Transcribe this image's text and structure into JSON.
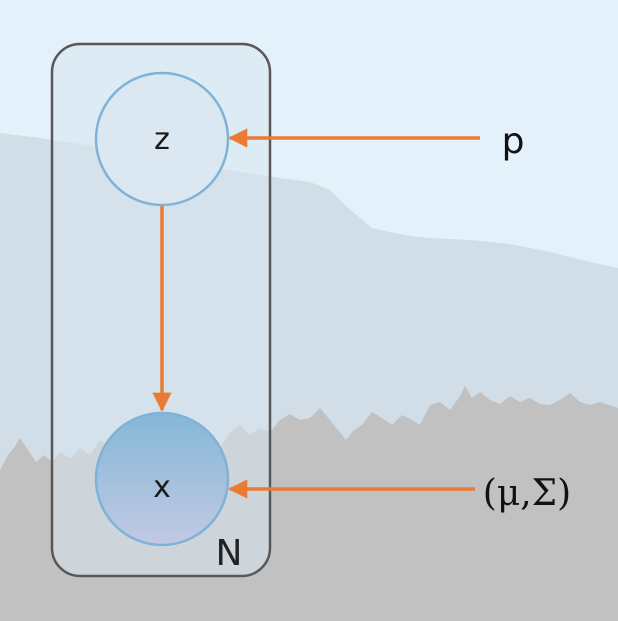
{
  "diagram": {
    "type": "graphical-model (plate notation)",
    "nodes": {
      "latent": {
        "label": "z",
        "observed": false
      },
      "observed": {
        "label": "x",
        "observed": true
      }
    },
    "plate": {
      "label": "N"
    },
    "parameters": {
      "mixing": {
        "label": "p"
      },
      "gaussian": {
        "label": "(μ,Σ)"
      }
    },
    "edges": [
      {
        "from": "p",
        "to": "z"
      },
      {
        "from": "z",
        "to": "x"
      },
      {
        "from": "(μ,Σ)",
        "to": "x"
      }
    ],
    "colors": {
      "sky": "#e3f1fb",
      "ridge_far": "#d2dee7",
      "ridge_near": "#c1c1c1",
      "plate_fill": "#d9e6ef",
      "plate_stroke": "#585858",
      "node_stroke": "#7fb2d8",
      "latent_fill": "#dbe8f1",
      "observed_fill_top": "#84b7d6",
      "observed_fill_bottom": "#c2c9e4",
      "arrow": "#ea7b34"
    }
  }
}
